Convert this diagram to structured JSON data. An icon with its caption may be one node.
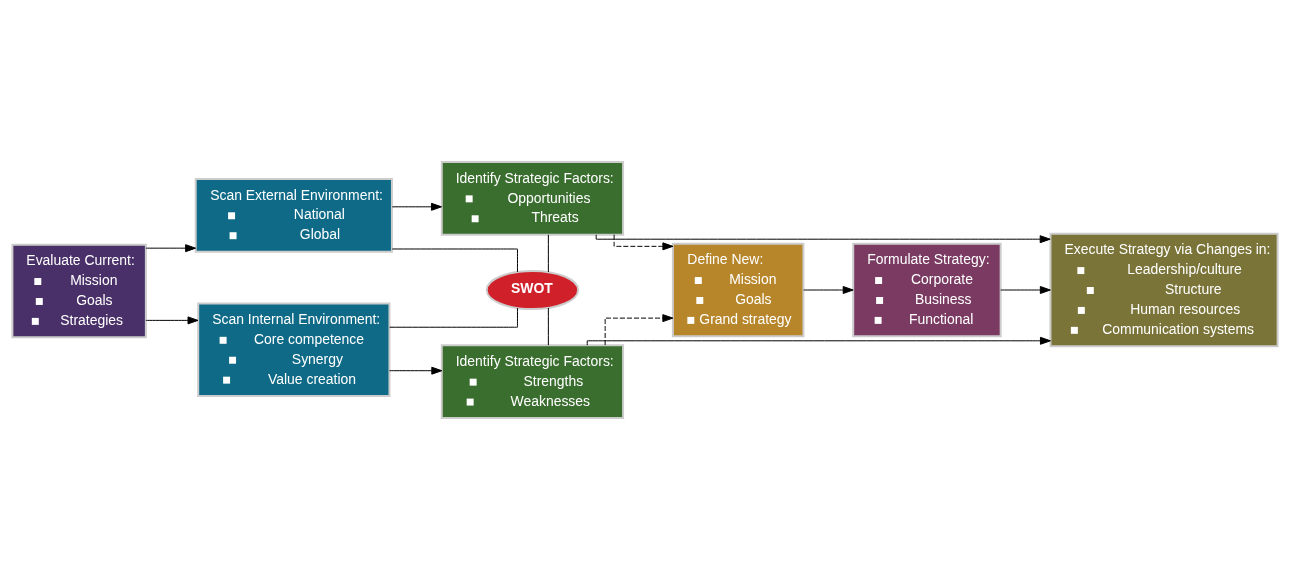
{
  "diagram": {
    "nodes": [
      {
        "text": [
          "Scan External Environment:",
          "National",
          "Global"
        ]
      },
      {
        "text": [
          "Identify Strategic Factors:",
          "Opportunities",
          "Threats"
        ]
      },
      {
        "text": [
          "Evaluate Current:",
          "Mission",
          "Goals",
          "Strategies"
        ]
      },
      {
        "text": [
          "SWOT"
        ]
      },
      {
        "text": [
          "Define New:",
          "Mission",
          "Goals",
          "Grand strategy"
        ]
      },
      {
        "text": [
          "Formulate Strategy:",
          "Corporate",
          "Business",
          "Functional"
        ]
      },
      {
        "text": [
          "Execute Strategy via Changes in:",
          "Leadership/culture",
          "Structure",
          "Human resources",
          "Communication systems"
        ]
      },
      {
        "text": [
          "Scan Internal Environment:",
          "Core competence",
          "Synergy",
          "Value creation"
        ]
      },
      {
        "text": [
          "Identify Strategic Factors:",
          "Strengths",
          "Weaknesses"
        ]
      }
    ],
    "edges": [
      {
        "from": 2,
        "to": 0,
        "arrow": "to"
      },
      {
        "from": 2,
        "to": 7,
        "arrow": "to"
      },
      {
        "from": 0,
        "to": 1,
        "arrow": "to"
      },
      {
        "from": 7,
        "to": 8,
        "arrow": "to"
      },
      {
        "from": 0,
        "to": 3,
        "arrow": "none"
      },
      {
        "from": 1,
        "to": 3,
        "arrow": "none"
      },
      {
        "from": 7,
        "to": 3,
        "arrow": "none"
      },
      {
        "from": 8,
        "to": 3,
        "arrow": "none"
      },
      {
        "from": 1,
        "to": 6,
        "arrow": "to"
      },
      {
        "from": 1,
        "to": 4,
        "arrow": "to",
        "style": "dashed"
      },
      {
        "from": 8,
        "to": 6,
        "arrow": "to"
      },
      {
        "from": 8,
        "to": 4,
        "arrow": "to",
        "style": "dashed"
      },
      {
        "from": 4,
        "to": 5,
        "arrow": "to"
      },
      {
        "from": 5,
        "to": 6,
        "arrow": "to"
      }
    ]
  }
}
